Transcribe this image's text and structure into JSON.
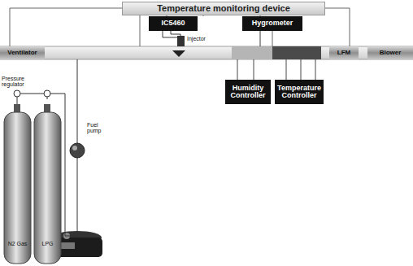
{
  "diagram": {
    "nodes": [
      {
        "text": [
          "Temperature monitoring device"
        ]
      },
      {
        "text": [
          "IC5460"
        ]
      },
      {
        "text": [
          "Hygrometer"
        ]
      },
      {
        "text": [
          "Ventilator"
        ]
      },
      {
        "text": [
          "LFM"
        ]
      },
      {
        "text": [
          "Blower"
        ]
      },
      {
        "text": [
          "Humidity Controller"
        ]
      },
      {
        "text": [
          "Temperature Controller"
        ]
      }
    ],
    "labels": [
      "Injector",
      "Pressure regulator",
      "Fuel pump",
      "N2 Gas",
      "LPG"
    ]
  }
}
